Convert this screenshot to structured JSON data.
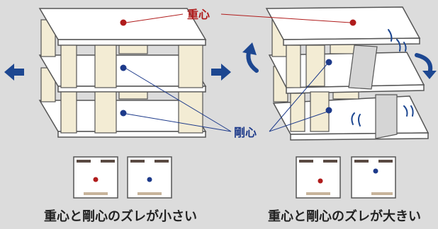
{
  "labels": {
    "center_of_gravity": "重心",
    "center_of_rigidity": "剛心"
  },
  "captions": {
    "left": "重心と剛心のズレが小さい",
    "right": "重心と剛心のズレが大きい"
  },
  "colors": {
    "background": "#dcdcdc",
    "floor_fill": "#ffffff",
    "outline": "#555555",
    "column_fill": "#f3ecd4",
    "wall_fill": "#d5d5d5",
    "gravity_dot": "#b01c1c",
    "gravity_label": "#b01c1c",
    "rigidity_dot": "#1d3a8a",
    "rigidity_label": "#1d3a8a",
    "arrow": "#1d4791",
    "plan_top_bar": "#5a4a42",
    "plan_bottom_bar": "#c7b39a"
  },
  "icons": {
    "push_left": "arrow-left-icon",
    "push_right": "arrow-right-icon",
    "twist_left": "rotate-counterclockwise-icon",
    "twist_right": "rotate-clockwise-icon",
    "vibration": "vibration-lines-icon"
  }
}
